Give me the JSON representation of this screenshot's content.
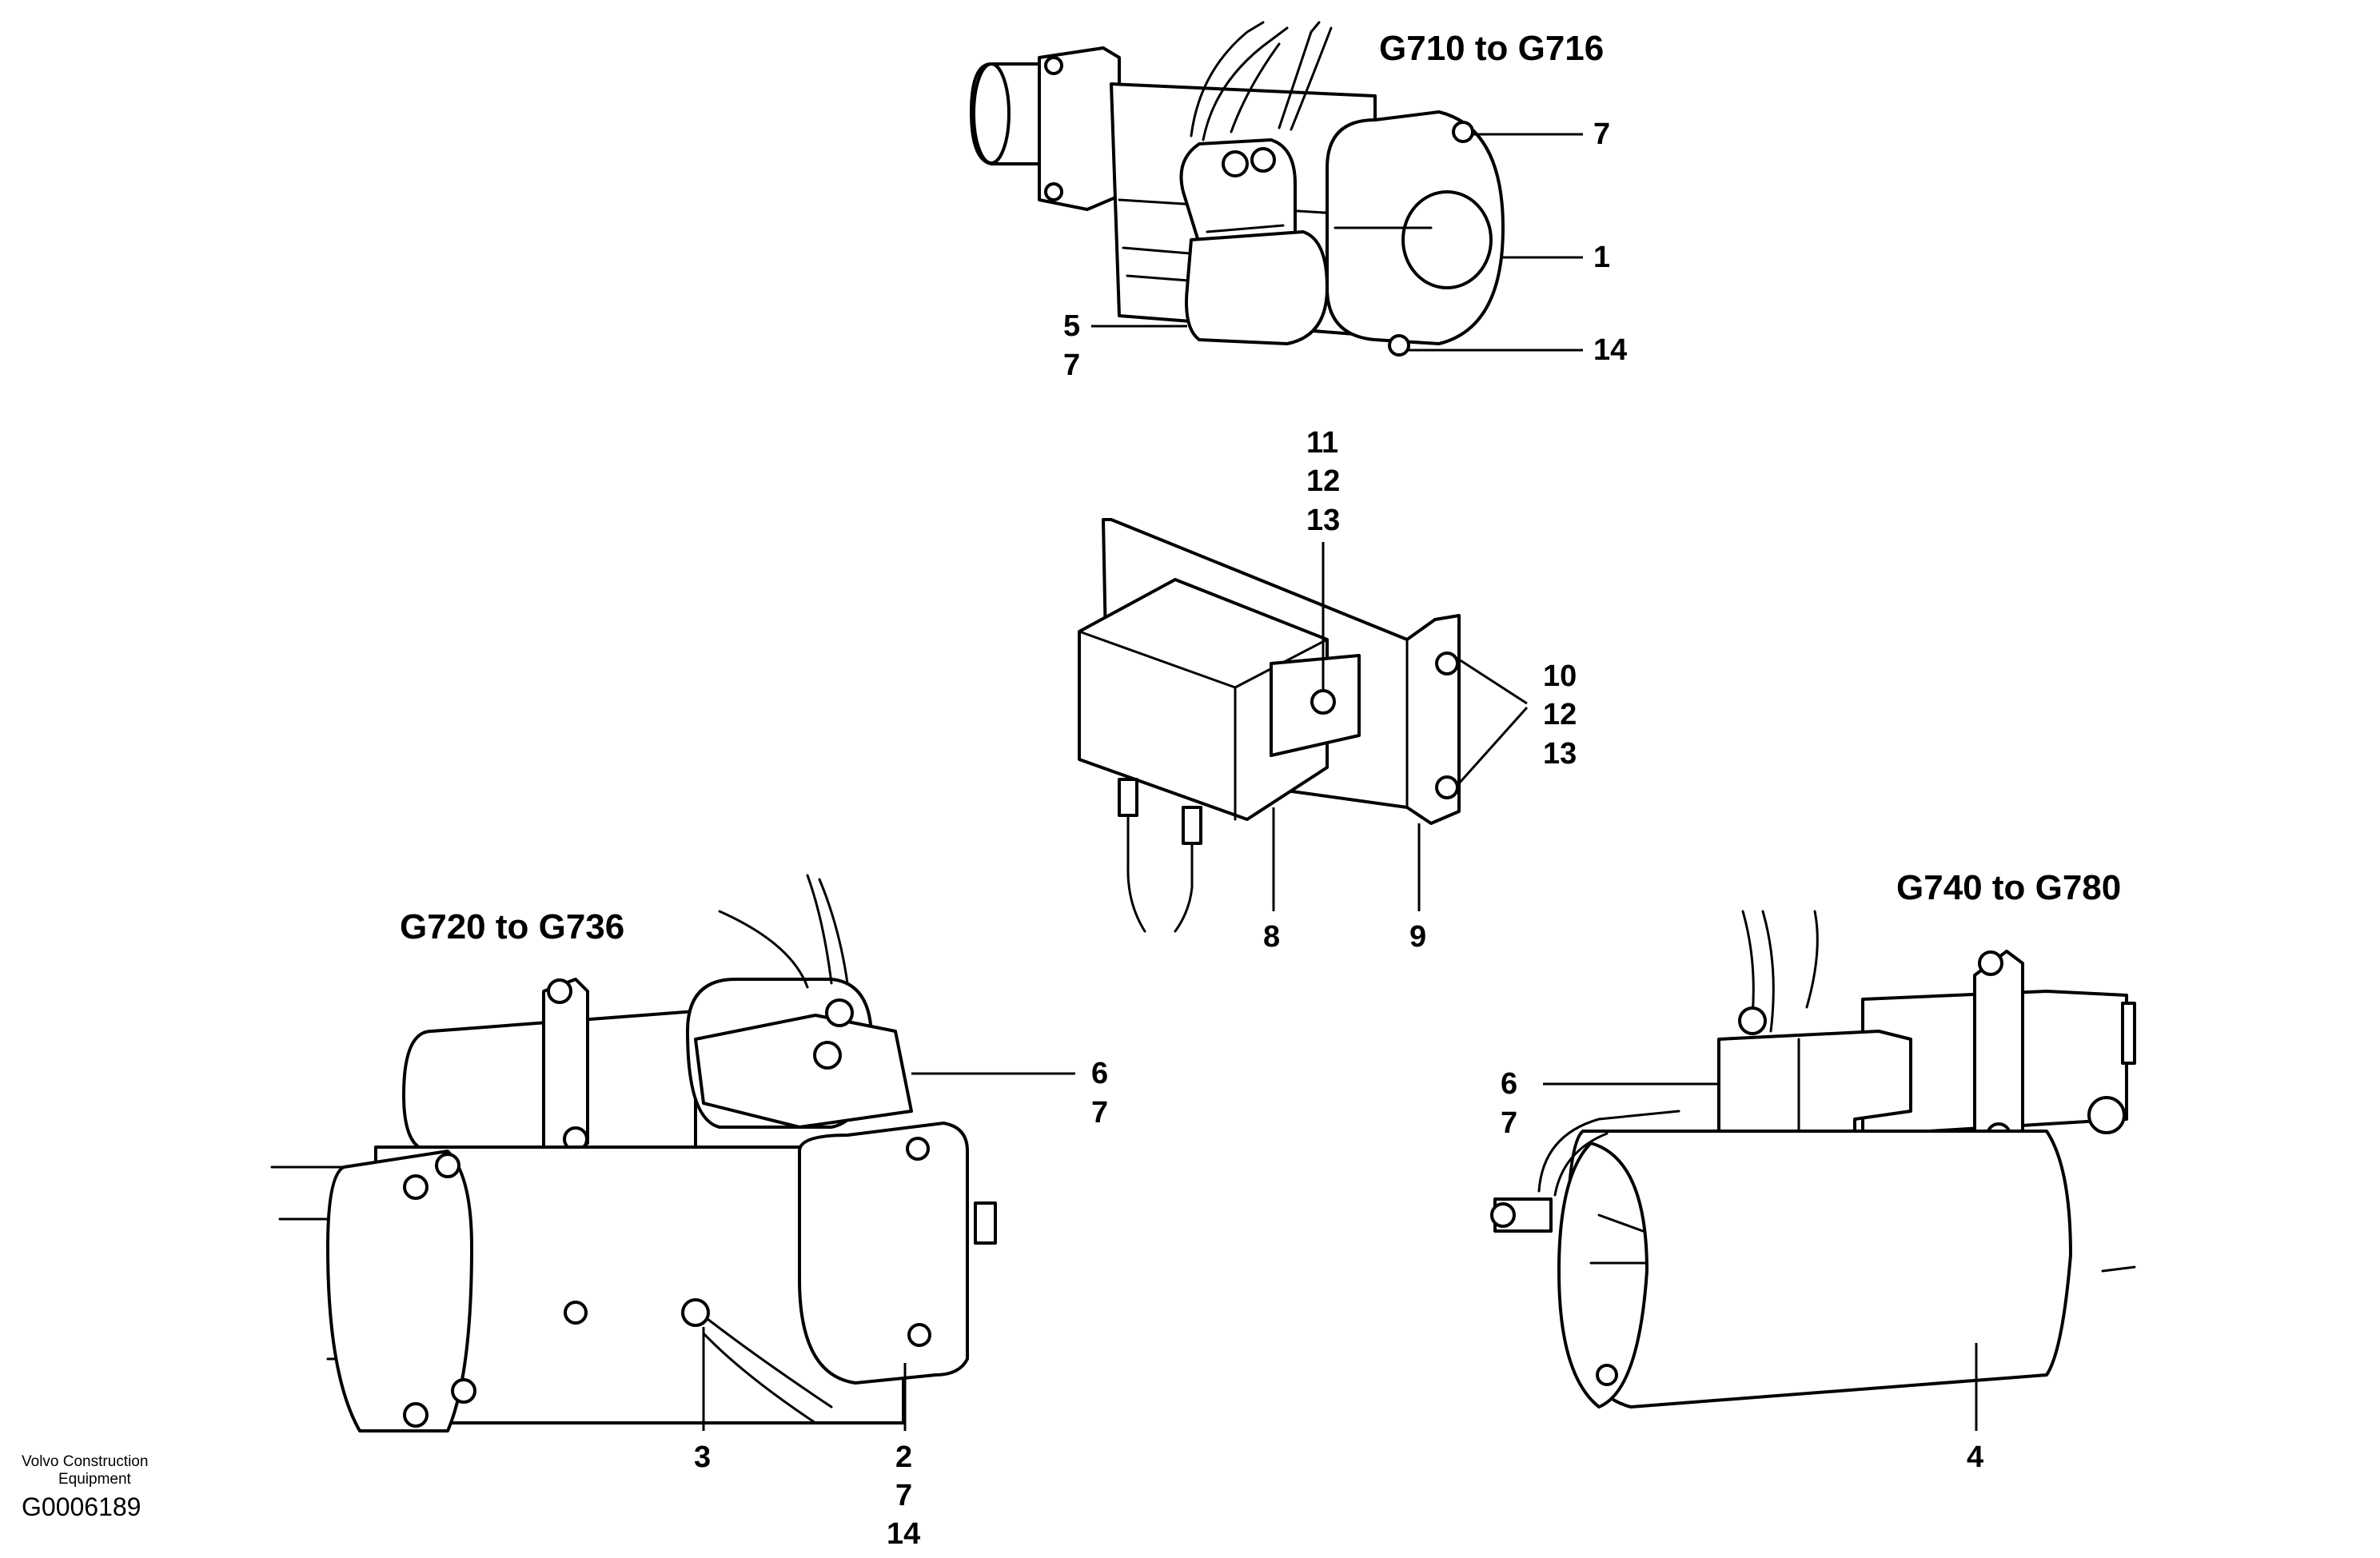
{
  "views": {
    "top": {
      "range_label": "G710 to G716"
    },
    "left": {
      "range_label": "G720 to G736"
    },
    "right": {
      "range_label": "G740 to G780"
    }
  },
  "callouts": {
    "top_7": "7",
    "top_1": "1",
    "top_14": "14",
    "top_5": "5",
    "top_5b": "7",
    "mid_11": "11",
    "mid_12": "12",
    "mid_13": "13",
    "mid_10": "10",
    "mid_12b": "12",
    "mid_13b": "13",
    "mid_8": "8",
    "mid_9": "9",
    "left_6": "6",
    "left_7": "7",
    "left_3": "3",
    "left_2": "2",
    "left_2b": "7",
    "left_2c": "14",
    "right_6": "6",
    "right_7": "7",
    "right_4": "4"
  },
  "footer": {
    "company_line1": "Volvo Construction",
    "company_line2": "Equipment",
    "drawing_code": "G0006189"
  }
}
